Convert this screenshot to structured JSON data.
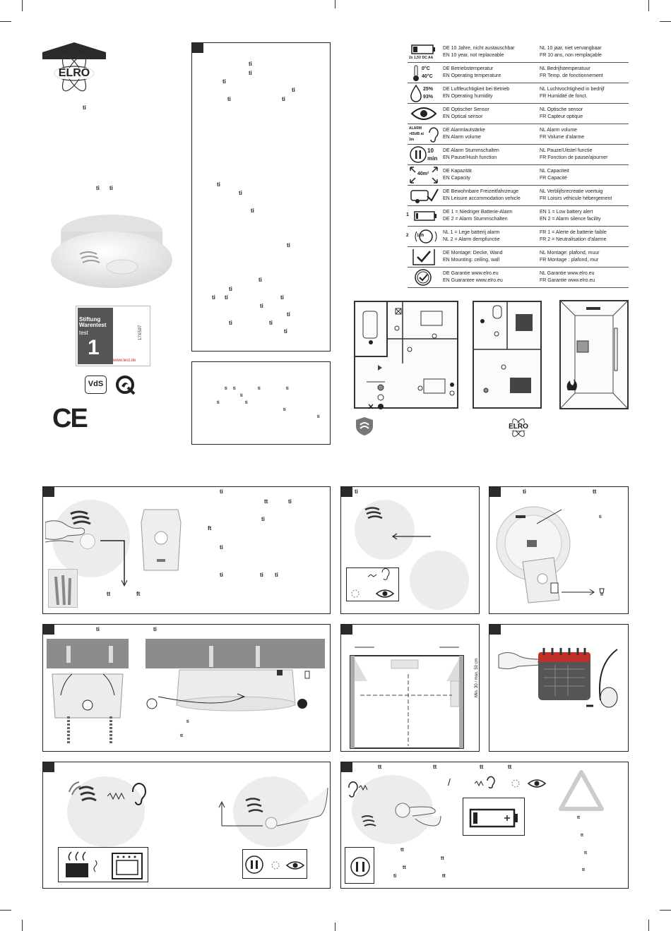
{
  "brand": {
    "logo": "ELRO"
  },
  "certs": {
    "stiftung_line1": "Stiftung",
    "stiftung_line2": "Warentest",
    "stiftung_test": "test",
    "stiftung_url": "www.test.de",
    "stiftung_code": "17XS97",
    "vds": "VdS",
    "ce": "CE"
  },
  "ligatures": {
    "ti": "ti",
    "tt": "tt",
    "ft": "ft"
  },
  "specs": [
    {
      "icon": "battery-icon",
      "icon_text": "2x 1,5V DC AA",
      "de": "DE 10 Jahre, nicht austauschbar",
      "en": "EN 10 year, not replaceable",
      "nl": "NL 10 jaar, niet vervangbaar",
      "fr": "FR 10 ans, non remplaçable"
    },
    {
      "icon": "thermometer-icon",
      "icon_text": "0°C 40°C",
      "de": "DE Betriebstemperatur",
      "en": "EN Operating temperature",
      "nl": "NL Bedrijfstemperatuur",
      "fr": "FR Temp. de fonctionnement"
    },
    {
      "icon": "droplet-icon",
      "icon_text": "25% 93%",
      "de": "DE Luftfeuchtigkeit bei Betrieb",
      "en": "EN Operating humidity",
      "nl": "NL Luchtvochtigheid in bedrijf",
      "fr": "FR Humidité de fonct."
    },
    {
      "icon": "eye-icon",
      "icon_text": "",
      "de": "DE Optischer Sensor",
      "en": "EN Optical sensor",
      "nl": "NL Optische sensor",
      "fr": "FR Capteur optique"
    },
    {
      "icon": "ear-icon",
      "icon_text": "ALARM >85dB at 3m",
      "de": "DE Alarmlautstärke",
      "en": "EN Alarm volume",
      "nl": "NL Alarm volume",
      "fr": "FR Volume d'alarme"
    },
    {
      "icon": "pause-icon",
      "icon_text": "10 min",
      "de": "DE Alarm Stummschalten",
      "en": "EN Pause/Hush function",
      "nl": "NL Pauze/Uitstel functie",
      "fr": "FR Fonction de pause/ajourner"
    },
    {
      "icon": "area-icon",
      "icon_text": "40m²",
      "de": "DE Kapazität",
      "en": "EN Capacity",
      "nl": "NL Capaciteit",
      "fr": "FR Capacité"
    },
    {
      "icon": "caravan-icon",
      "icon_text": "",
      "de": "DE Bewohnbare Freizeitfahrzeuge",
      "en": "EN Leisure accommodation vehicle",
      "nl": "NL Verblijfsrecreatie voertuig",
      "fr": "FR Loisirs véhicule hébergement"
    },
    {
      "icon": "low-battery-icon",
      "icon_text": "1",
      "de": "DE 1 = Niedriger Batterie-Alarm",
      "en": "DE 2 = Alarm Stummschalten",
      "nl": "EN 1 = Low battery alert",
      "fr": "EN 2 = Alarm silence facility"
    },
    {
      "icon": "hush-10h-icon",
      "icon_text": "2 10h",
      "de": "NL 1 = Lege batterij alarm",
      "en": "NL 2 = Alarm dempfunctie",
      "nl": "FR 1 = Alerte de batterie faible",
      "fr": "FR 2 = Neutralisation d'alarme"
    },
    {
      "icon": "checkbox-icon",
      "icon_text": "",
      "de": "DE Montage: Decke, Wand",
      "en": "EN Mounting: ceiling, wall",
      "nl": "NL Montage: plafond, muur",
      "fr": "FR Montage : plafond, mur"
    },
    {
      "icon": "guarantee-icon",
      "icon_text": "",
      "de": "DE Garantie www.elro.eu",
      "en": "EN Guarantee www.elro.eu",
      "nl": "NL Garantie www.elro.eu",
      "fr": "FR Garantie www.elro.eu"
    }
  ],
  "diagram": {
    "wall_label": "Min. 30 / max. 50 cm",
    "area_label": "40m²"
  },
  "colors": {
    "dark": "#2b2b2b",
    "panel_gray": "#ececec",
    "red": "#c0302a"
  }
}
